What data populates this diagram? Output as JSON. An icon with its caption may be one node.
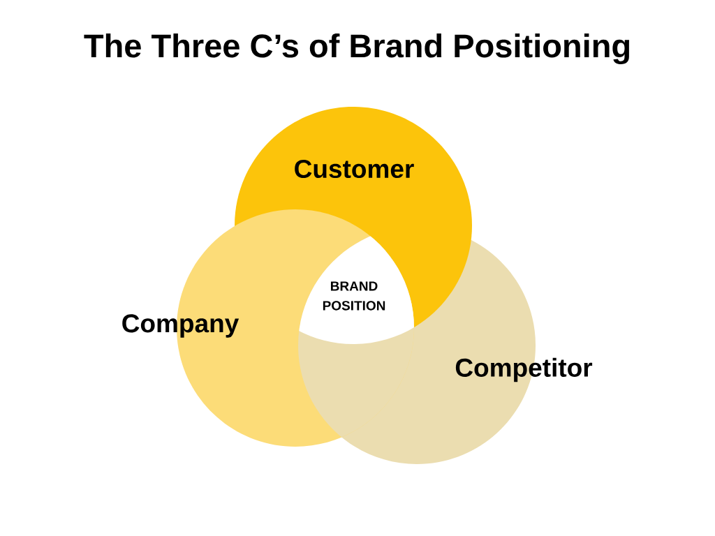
{
  "diagram": {
    "title": "The Three C’s of Brand Positioning",
    "nodes": [
      {
        "text": [
          "Customer"
        ]
      },
      {
        "text": [
          "Company"
        ]
      },
      {
        "text": [
          "Competitor"
        ]
      },
      {
        "text": [
          "BRAND POSITION"
        ]
      }
    ]
  }
}
